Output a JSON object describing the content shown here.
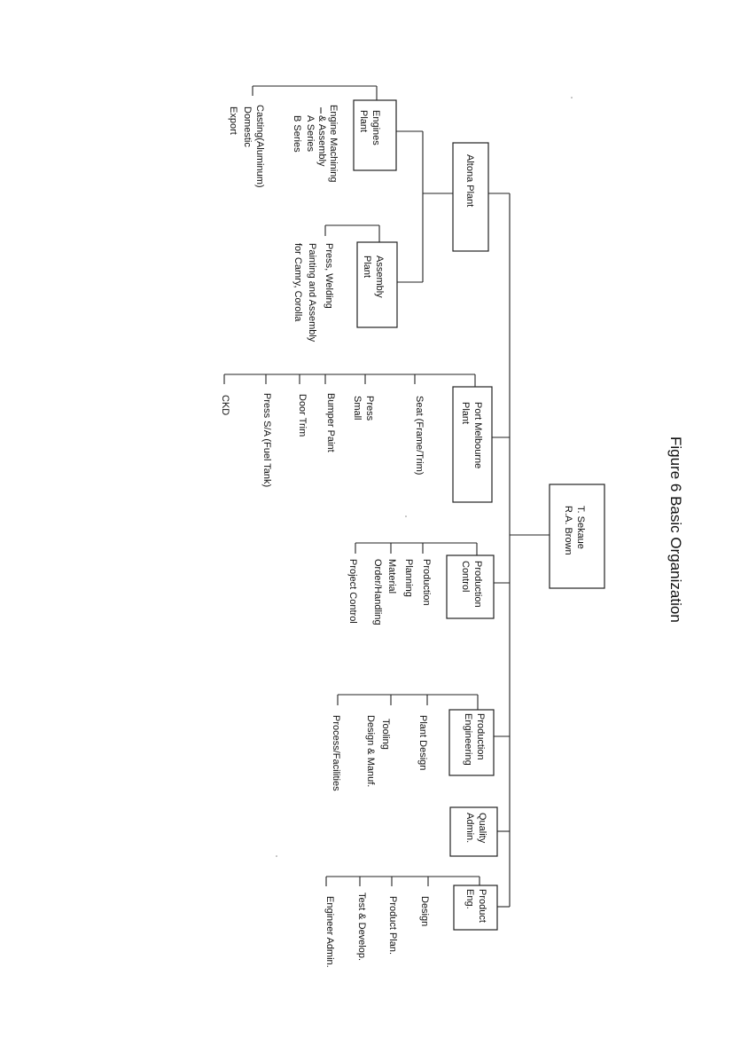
{
  "figure_title": "Figure 6  Basic Organization",
  "root": {
    "line1": "T. Sekaue",
    "line2": "R.A. Brown"
  },
  "altona": {
    "label": "Altona Plant",
    "engines": {
      "line1": "Engines",
      "line2": "Plant",
      "tasks": [
        {
          "lines": [
            "Engine Machining",
            "& Assembly",
            "A Series",
            "B Series"
          ]
        },
        {
          "lines": [
            "Casting(Aluminum)",
            "Domestic",
            "Export"
          ]
        }
      ]
    },
    "assembly": {
      "line1": "Assembly",
      "line2": "Plant",
      "tasks": [
        {
          "lines": [
            "Press, Welding",
            "Painting and Assembly",
            "for Camry, Corolla"
          ]
        }
      ]
    }
  },
  "port_melbourne": {
    "line1": "Port Melbourne",
    "line2": "Plant",
    "tasks": [
      "Seat (Frame/Trim)",
      "Press",
      "Small",
      "Bumper Paint",
      "Door Trim",
      "Press S/A (Fuel Tank)",
      "CKD"
    ]
  },
  "production_control": {
    "line1": "Production",
    "line2": "Control",
    "tasks": [
      "Production",
      "Planning",
      "Material",
      "Order/Handling",
      "Project Control"
    ]
  },
  "production_engineering": {
    "line1": "Production",
    "line2": "Engineering",
    "tasks": [
      "Plant Design",
      "Tooling",
      "Design & Manuf.",
      "Process/Facilities"
    ]
  },
  "quality_admin": {
    "line1": "Quality",
    "line2": "Admin."
  },
  "product_eng": {
    "line1": "Product",
    "line2": "Eng.",
    "tasks": [
      "Design",
      "Product Plan.",
      "Test & Develop.",
      "Engineer Admin."
    ]
  }
}
